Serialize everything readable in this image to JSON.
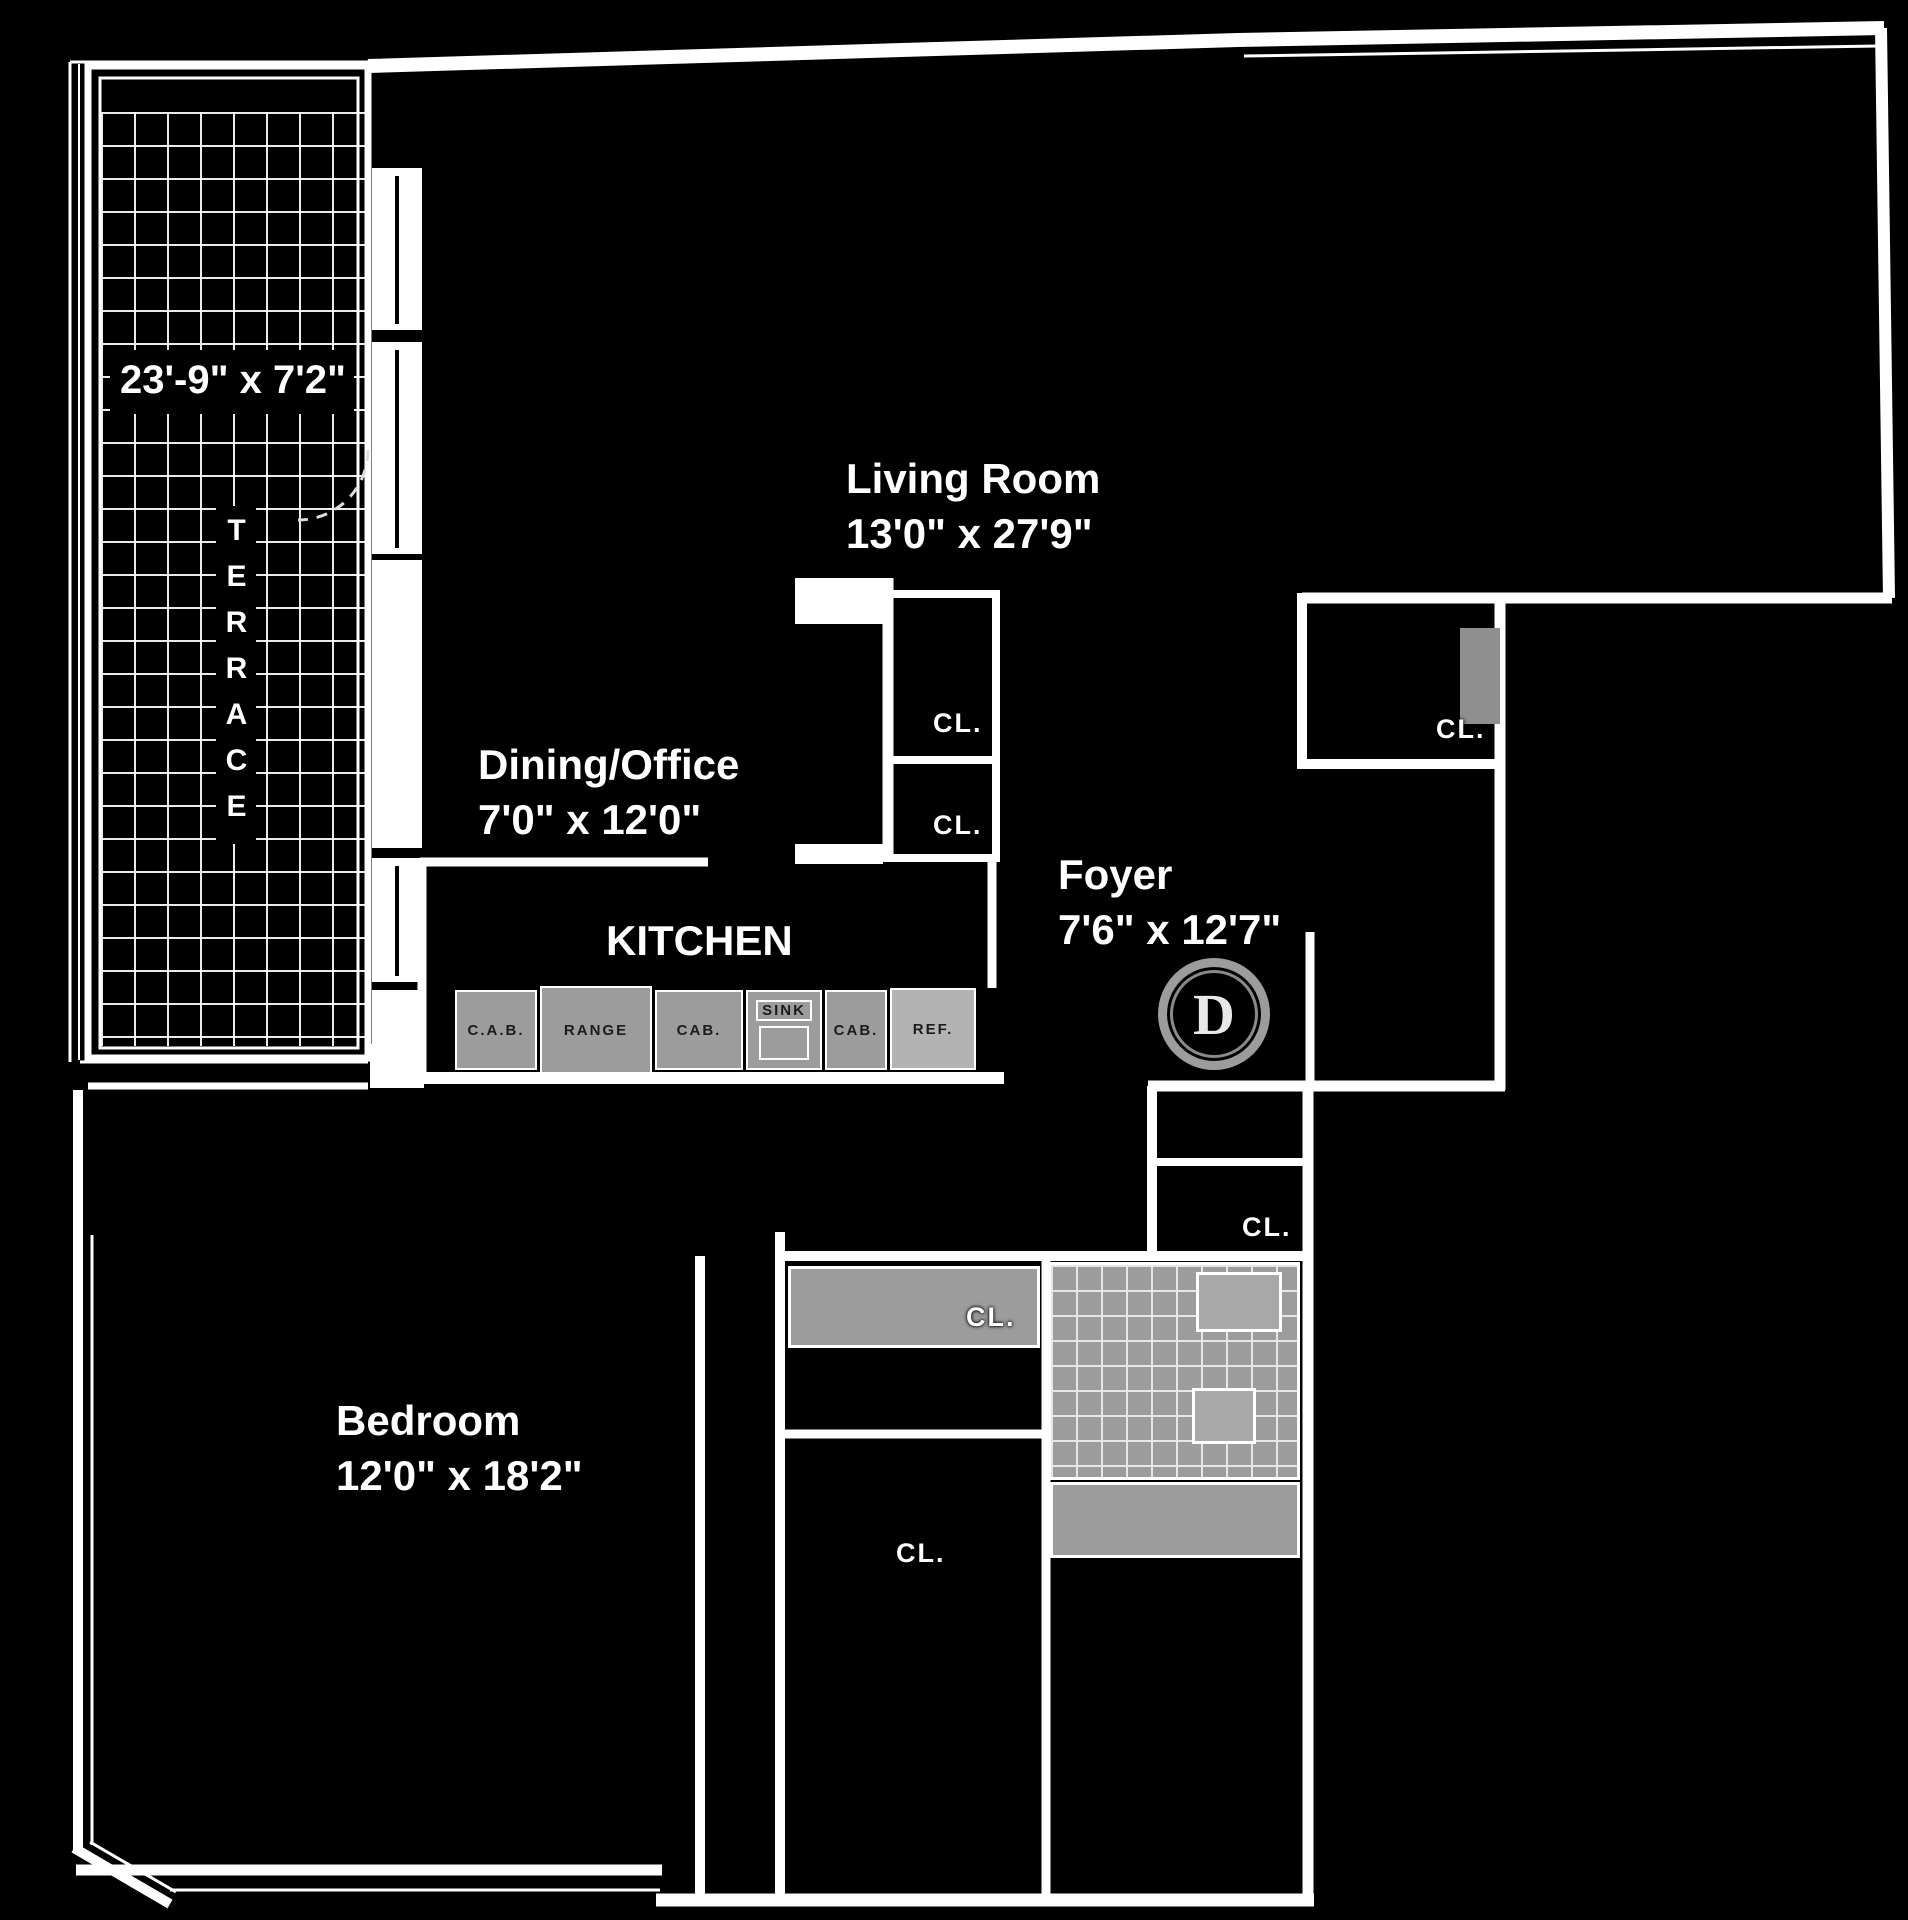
{
  "plan": {
    "unit_letter": "D",
    "rooms": {
      "terrace": {
        "name": "TERRACE",
        "dim": "23'-9\" x 7'2\""
      },
      "living_room": {
        "name": "Living Room",
        "dim": "13'0\" x 27'9\""
      },
      "dining_office": {
        "name": "Dining/Office",
        "dim": "7'0\" x 12'0\""
      },
      "kitchen": {
        "name": "KITCHEN"
      },
      "foyer": {
        "name": "Foyer",
        "dim": "7'6\" x 12'7\""
      },
      "bedroom": {
        "name": "Bedroom",
        "dim": "12'0\" x 18'2\""
      }
    },
    "closets": [
      "CL.",
      "CL.",
      "CL.",
      "CL.",
      "CL.",
      "CL."
    ],
    "kitchen_fixtures": [
      "C.A.B.",
      "RANGE",
      "CAB.",
      "SINK",
      "CAB.",
      "REF."
    ],
    "colors": {
      "background": "#000000",
      "walls": "#ffffff",
      "fixtures": "#9c9c9c"
    }
  }
}
